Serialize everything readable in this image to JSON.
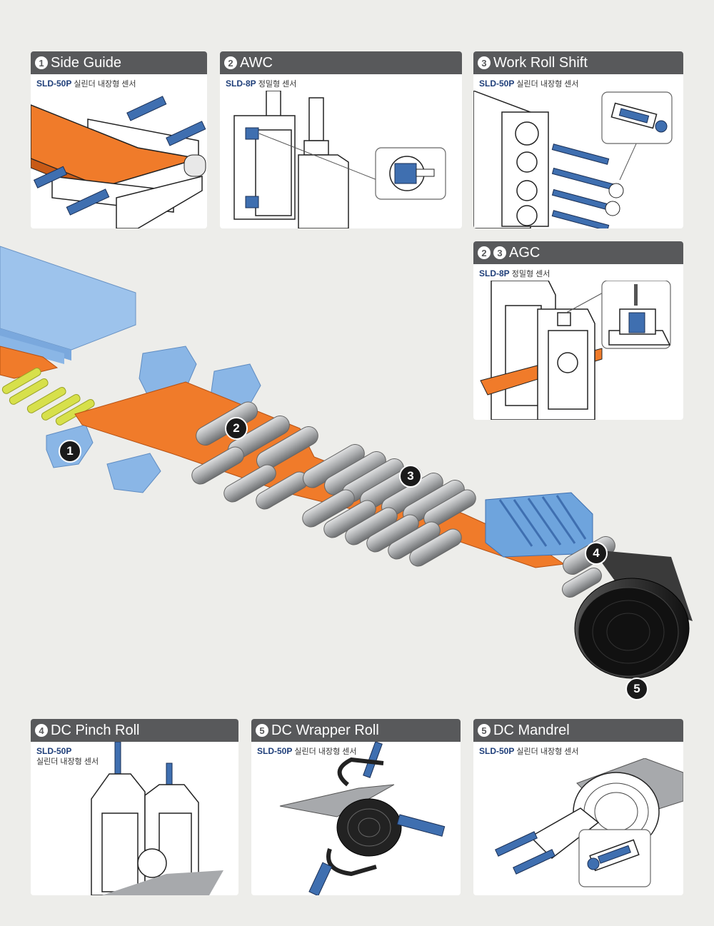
{
  "panels": {
    "side_guide": {
      "num": "1",
      "title": "Side Guide",
      "model": "SLD-50P",
      "desc": "실린더 내장형 센서"
    },
    "awc": {
      "num": "2",
      "title": "AWC",
      "model": "SLD-8P",
      "desc": "정밀형 센서"
    },
    "work_roll_shift": {
      "num": "3",
      "title": "Work Roll Shift",
      "model": "SLD-50P",
      "desc": "실린더 내장형 센서"
    },
    "agc": {
      "num_a": "2",
      "num_b": "3",
      "title": "AGC",
      "model": "SLD-8P",
      "desc": "정밀형 센서"
    },
    "dc_pinch_roll": {
      "num": "4",
      "title": "DC Pinch Roll",
      "model": "SLD-50P",
      "desc": "실린더 내장형 센서"
    },
    "dc_wrapper_roll": {
      "num": "5",
      "title": "DC Wrapper Roll",
      "model": "SLD-50P",
      "desc": "실린더 내장형 센서"
    },
    "dc_mandrel": {
      "num": "5",
      "title": "DC Mandrel",
      "model": "SLD-50P",
      "desc": "실린더 내장형 센서"
    }
  },
  "markers": [
    "1",
    "2",
    "3",
    "4",
    "5"
  ],
  "colors": {
    "header": "#58595b",
    "steel": "#f07b2a",
    "frame_blue": "#8ab6e6",
    "sensor_blue": "#3f6fb0",
    "roll": "#b0b2b4",
    "coil": "#1a1a1a",
    "model_text": "#1f3f7a"
  }
}
